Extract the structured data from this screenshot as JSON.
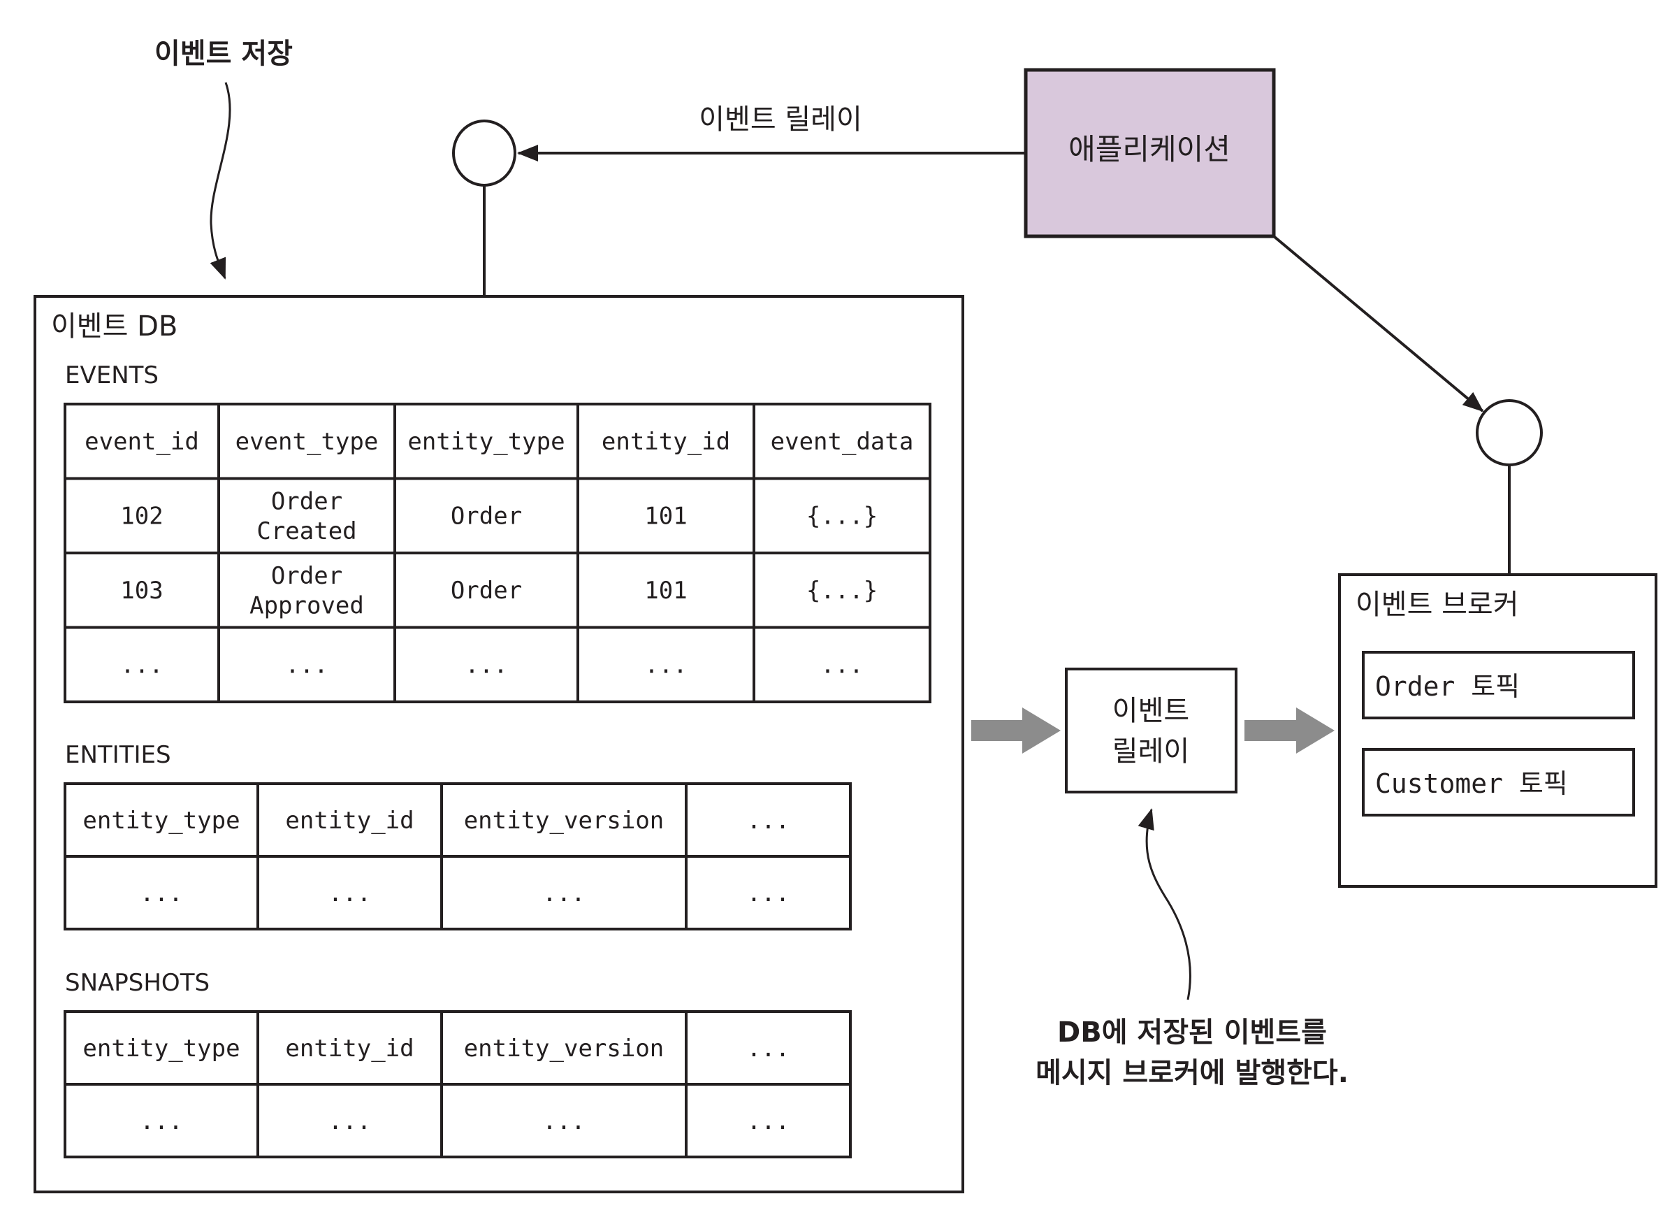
{
  "labels": {
    "event_store": "이벤트 저장",
    "event_relay_edge": "이벤트 릴레이",
    "application": "애플리케이션",
    "event_db": "이벤트 DB",
    "event_relay_box_line1": "이벤트",
    "event_relay_box_line2": "릴레이",
    "event_broker": "이벤트 브로커",
    "annotation_line1": "DB에 저장된 이벤트를",
    "annotation_line2": "메시지 브로커에 발행한다."
  },
  "colors": {
    "application_fill": "#d9c8dc",
    "flow_arrow": "#8c8c8c",
    "stroke": "#231f20"
  },
  "tables": {
    "events": {
      "name": "EVENTS",
      "headers": [
        "event_id",
        "event_type",
        "entity_type",
        "entity_id",
        "event_data"
      ],
      "rows": [
        [
          "102",
          "Order\nCreated",
          "Order",
          "101",
          "{...}"
        ],
        [
          "103",
          "Order\nApproved",
          "Order",
          "101",
          "{...}"
        ],
        [
          "...",
          "...",
          "...",
          "...",
          "..."
        ]
      ]
    },
    "entities": {
      "name": "ENTITIES",
      "headers": [
        "entity_type",
        "entity_id",
        "entity_version",
        "..."
      ],
      "rows": [
        [
          "...",
          "...",
          "...",
          "..."
        ]
      ]
    },
    "snapshots": {
      "name": "SNAPSHOTS",
      "headers": [
        "entity_type",
        "entity_id",
        "entity_version",
        "..."
      ],
      "rows": [
        [
          "...",
          "...",
          "...",
          "..."
        ]
      ]
    }
  },
  "topics": [
    "Order 토픽",
    "Customer 토픽"
  ]
}
